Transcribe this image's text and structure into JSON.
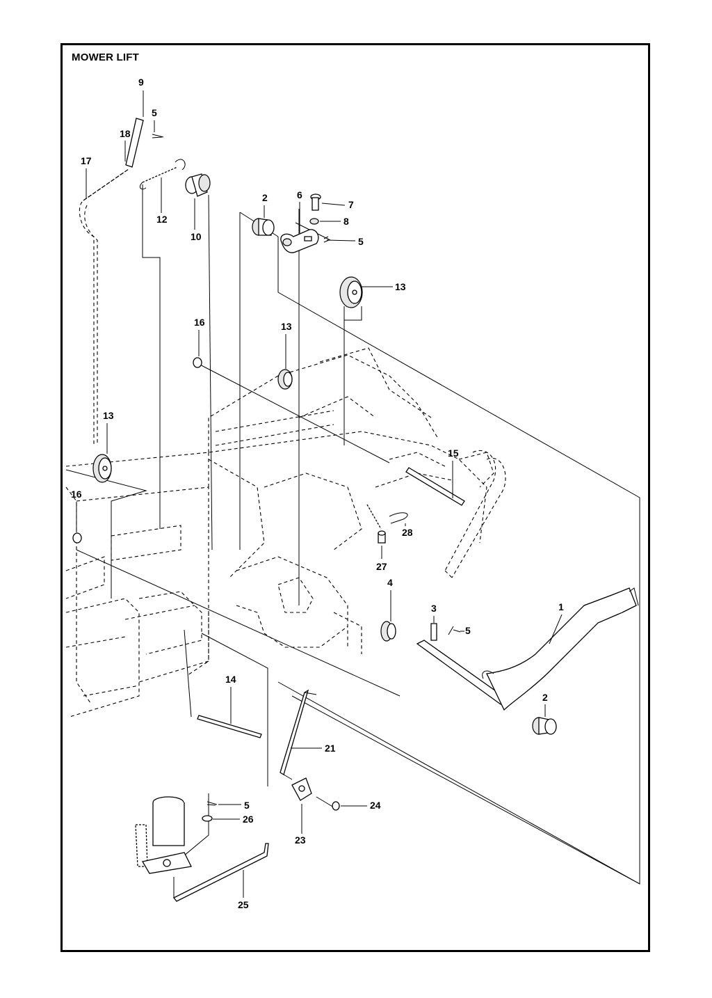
{
  "title": "MOWER LIFT",
  "callouts": [
    {
      "id": "c9",
      "text": "9"
    },
    {
      "id": "c5a",
      "text": "5"
    },
    {
      "id": "c18",
      "text": "18"
    },
    {
      "id": "c17",
      "text": "17"
    },
    {
      "id": "c12",
      "text": "12"
    },
    {
      "id": "c10",
      "text": "10"
    },
    {
      "id": "c2a",
      "text": "2"
    },
    {
      "id": "c6",
      "text": "6"
    },
    {
      "id": "c7",
      "text": "7"
    },
    {
      "id": "c8",
      "text": "8"
    },
    {
      "id": "c5b",
      "text": "5"
    },
    {
      "id": "c13a",
      "text": "13"
    },
    {
      "id": "c16a",
      "text": "16"
    },
    {
      "id": "c13b",
      "text": "13"
    },
    {
      "id": "c13c",
      "text": "13"
    },
    {
      "id": "c15",
      "text": "15"
    },
    {
      "id": "c16b",
      "text": "16"
    },
    {
      "id": "c28",
      "text": "28"
    },
    {
      "id": "c27",
      "text": "27"
    },
    {
      "id": "c4",
      "text": "4"
    },
    {
      "id": "c3",
      "text": "3"
    },
    {
      "id": "c5c",
      "text": "5"
    },
    {
      "id": "c1",
      "text": "1"
    },
    {
      "id": "c2b",
      "text": "2"
    },
    {
      "id": "c14",
      "text": "14"
    },
    {
      "id": "c21",
      "text": "21"
    },
    {
      "id": "c24",
      "text": "24"
    },
    {
      "id": "c5d",
      "text": "5"
    },
    {
      "id": "c26",
      "text": "26"
    },
    {
      "id": "c23",
      "text": "23"
    },
    {
      "id": "c25",
      "text": "25"
    }
  ]
}
